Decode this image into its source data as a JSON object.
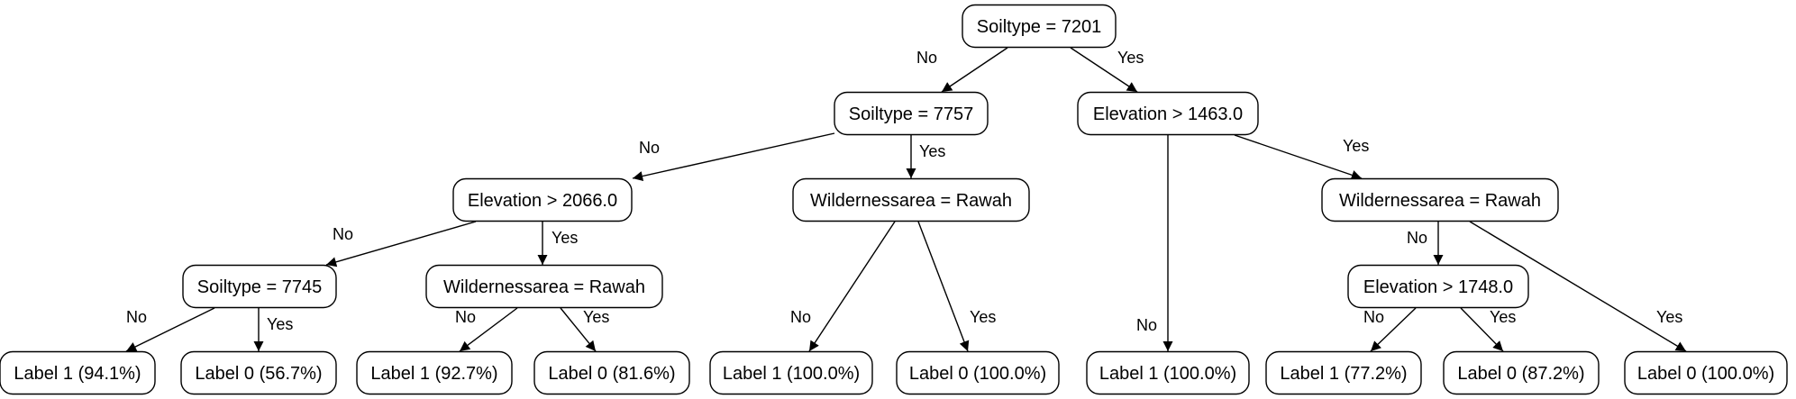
{
  "tree": {
    "nodes": [
      {
        "id": "n0",
        "label": "Soiltype = 7201"
      },
      {
        "id": "n1",
        "label": "Soiltype = 7757"
      },
      {
        "id": "n2",
        "label": "Elevation > 1463.0"
      },
      {
        "id": "n3",
        "label": "Elevation > 2066.0"
      },
      {
        "id": "n4",
        "label": "Wildernessarea = Rawah"
      },
      {
        "id": "n5",
        "label": "Wildernessarea = Rawah"
      },
      {
        "id": "n6",
        "label": "Soiltype = 7745"
      },
      {
        "id": "n7",
        "label": "Wildernessarea = Rawah"
      },
      {
        "id": "n8",
        "label": "Elevation > 1748.0"
      },
      {
        "id": "l1",
        "label": "Label 1 (94.1%)"
      },
      {
        "id": "l2",
        "label": "Label 0 (56.7%)"
      },
      {
        "id": "l3",
        "label": "Label 1 (92.7%)"
      },
      {
        "id": "l4",
        "label": "Label 0 (81.6%)"
      },
      {
        "id": "l5",
        "label": "Label 1 (100.0%)"
      },
      {
        "id": "l6",
        "label": "Label 0 (100.0%)"
      },
      {
        "id": "l7",
        "label": "Label 1 (100.0%)"
      },
      {
        "id": "l8",
        "label": "Label 1 (77.2%)"
      },
      {
        "id": "l9",
        "label": "Label 0 (87.2%)"
      },
      {
        "id": "l10",
        "label": "Label 0 (100.0%)"
      }
    ],
    "edges": [
      {
        "from": "n0",
        "to": "n1",
        "label": "No"
      },
      {
        "from": "n0",
        "to": "n2",
        "label": "Yes"
      },
      {
        "from": "n1",
        "to": "n3",
        "label": "No"
      },
      {
        "from": "n1",
        "to": "n4",
        "label": "Yes"
      },
      {
        "from": "n2",
        "to": "l7",
        "label": "No"
      },
      {
        "from": "n2",
        "to": "n5",
        "label": "Yes"
      },
      {
        "from": "n3",
        "to": "n6",
        "label": "No"
      },
      {
        "from": "n3",
        "to": "n7",
        "label": "Yes"
      },
      {
        "from": "n4",
        "to": "l5",
        "label": "No"
      },
      {
        "from": "n4",
        "to": "l6",
        "label": "Yes"
      },
      {
        "from": "n5",
        "to": "n8",
        "label": "No"
      },
      {
        "from": "n5",
        "to": "l10",
        "label": "Yes"
      },
      {
        "from": "n6",
        "to": "l1",
        "label": "No"
      },
      {
        "from": "n6",
        "to": "l2",
        "label": "Yes"
      },
      {
        "from": "n7",
        "to": "l3",
        "label": "No"
      },
      {
        "from": "n7",
        "to": "l4",
        "label": "Yes"
      },
      {
        "from": "n8",
        "to": "l8",
        "label": "No"
      },
      {
        "from": "n8",
        "to": "l9",
        "label": "Yes"
      }
    ]
  }
}
